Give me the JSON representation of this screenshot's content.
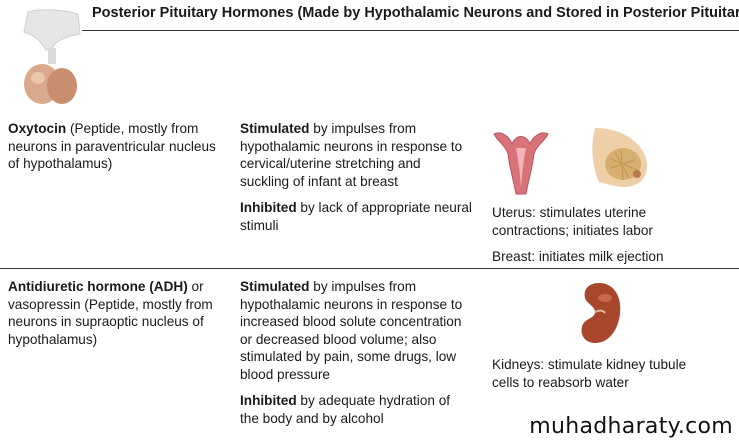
{
  "header": {
    "title": "Posterior Pituitary Hormones (Made by Hypothalamic Neurons and Stored in Posterior Pituitary"
  },
  "rows": [
    {
      "hormone_name": "Oxytocin",
      "hormone_desc": " (Peptide, mostly from neurons in paraventricular nucleus of hypothalamus)",
      "stim_keyword": "Stimulated",
      "stim_text": " by impulses from hypothalamic neurons in response to cervical/uterine stretching and suckling of infant at breast",
      "inhib_keyword": "Inhibited",
      "inhib_text": " by lack of appropriate neural stimuli",
      "target_1": "Uterus: stimulates uterine contractions; initiates labor",
      "target_2": "Breast: initiates milk ejection"
    },
    {
      "hormone_name": "Antidiuretic hormone (ADH)",
      "hormone_desc": " or vasopressin (Peptide, mostly from neurons in supraoptic nucleus of hypothalamus)",
      "stim_keyword": "Stimulated",
      "stim_text": " by impulses from hypothalamic neurons in response to increased blood solute concentration or decreased blood volume; also stimulated by pain, some drugs, low blood pressure",
      "inhib_keyword": "Inhibited",
      "inhib_text": " by adequate hydration of the body and by alcohol",
      "target_1": "Kidneys: stimulate kidney tubule cells to reabsorb water"
    }
  ],
  "watermark": "muhadharaty.com",
  "icons": [
    "pituitary-gland-icon",
    "uterus-icon",
    "breast-icon",
    "kidney-icon"
  ]
}
